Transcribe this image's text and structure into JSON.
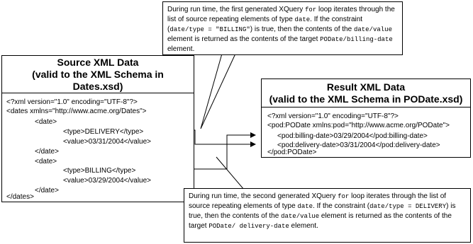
{
  "source": {
    "title_line1": "Source XML Data",
    "title_line2": "(valid to the XML Schema in",
    "title_line3": "Dates.xsd)",
    "lines": [
      "<?xml version=\"1.0\" encoding=\"UTF-8\"?>",
      "<dates xmlns=\"http://www.acme.org/Dates\">",
      "<date>",
      "<type>DELIVERY</type>",
      "<value>03/31/2004</value>",
      "</date>",
      "<date>",
      "<type>BILLING</type>",
      "<value>03/29/2004</value>",
      "</date>",
      "</dates>"
    ]
  },
  "result": {
    "title_line1": "Result XML Data",
    "title_line2": "(valid to the XML Schema in PODate.xsd)",
    "lines": [
      "<?xml version=\"1.0\" encoding=\"UTF-8\"?>",
      "<pod:PODate xmlns:pod=\"http://www.acme.org/PODate\">",
      "<pod:billing-date>03/29/2004</pod:billing-date>",
      "<pod:delivery-date>03/31/2004</pod:delivery-date>",
      "</pod:PODate>"
    ]
  },
  "callout_top": {
    "t1": "During run time, the first generated XQuery ",
    "c1": "for",
    "t2": " loop iterates through the list of source repeating elements of type ",
    "c2": "date",
    "t3": ". If the constraint (",
    "c3": "date/type = \"BILLING\"",
    "t4": ") is true, then the contents of the ",
    "c4": "date/value",
    "t5": " element is returned as the contents of the target ",
    "c5": "PODate/billing-date",
    "t6": " element."
  },
  "callout_bottom": {
    "t1": "During run time, the second generated XQuery ",
    "c1": "for",
    "t2": " loop iterates through the list of source repeating elements of type ",
    "c2": "date",
    "t3": ". If the constraint (",
    "c3": "date/type = DELIVERY",
    "t4": ") is true, then the contents of the ",
    "c4": "date/value",
    "t5": " element is returned as the contents of the target ",
    "c5": "PODate/ delivery-date",
    "t6": " element."
  }
}
